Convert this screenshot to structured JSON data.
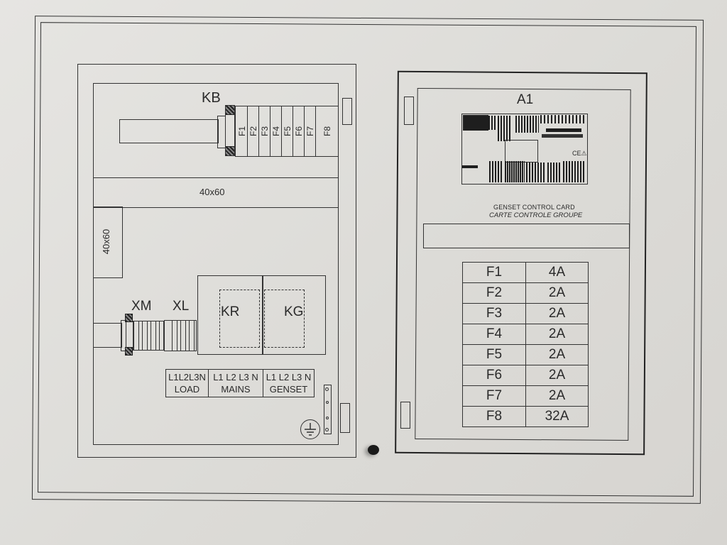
{
  "diagram": {
    "left_panel": {
      "fuse_block_label": "KB",
      "fuses": [
        "F1",
        "F2",
        "F3",
        "F4",
        "F5",
        "F6",
        "F7",
        "F8"
      ],
      "duct_horizontal_label": "40x60",
      "duct_vertical_label": "40x60",
      "terminal_labels": [
        "XM",
        "XL"
      ],
      "contactors": [
        "KR",
        "KG"
      ],
      "terminal_groups": [
        {
          "phases": "L1L2L3N",
          "name": "LOAD"
        },
        {
          "phases": "L1 L2 L3 N",
          "name": "MAINS"
        },
        {
          "phases": "L1 L2 L3 N",
          "name": "GENSET"
        }
      ],
      "earth_symbol": "ground-icon"
    },
    "right_panel": {
      "module_label": "A1",
      "card_title": "GENSET CONTROL CARD",
      "card_subtitle": "CARTE CONTROLE GROUPE",
      "fuse_table": [
        {
          "fuse": "F1",
          "rating": "4A"
        },
        {
          "fuse": "F2",
          "rating": "2A"
        },
        {
          "fuse": "F3",
          "rating": "2A"
        },
        {
          "fuse": "F4",
          "rating": "2A"
        },
        {
          "fuse": "F5",
          "rating": "2A"
        },
        {
          "fuse": "F6",
          "rating": "2A"
        },
        {
          "fuse": "F7",
          "rating": "2A"
        },
        {
          "fuse": "F8",
          "rating": "32A"
        }
      ]
    }
  }
}
